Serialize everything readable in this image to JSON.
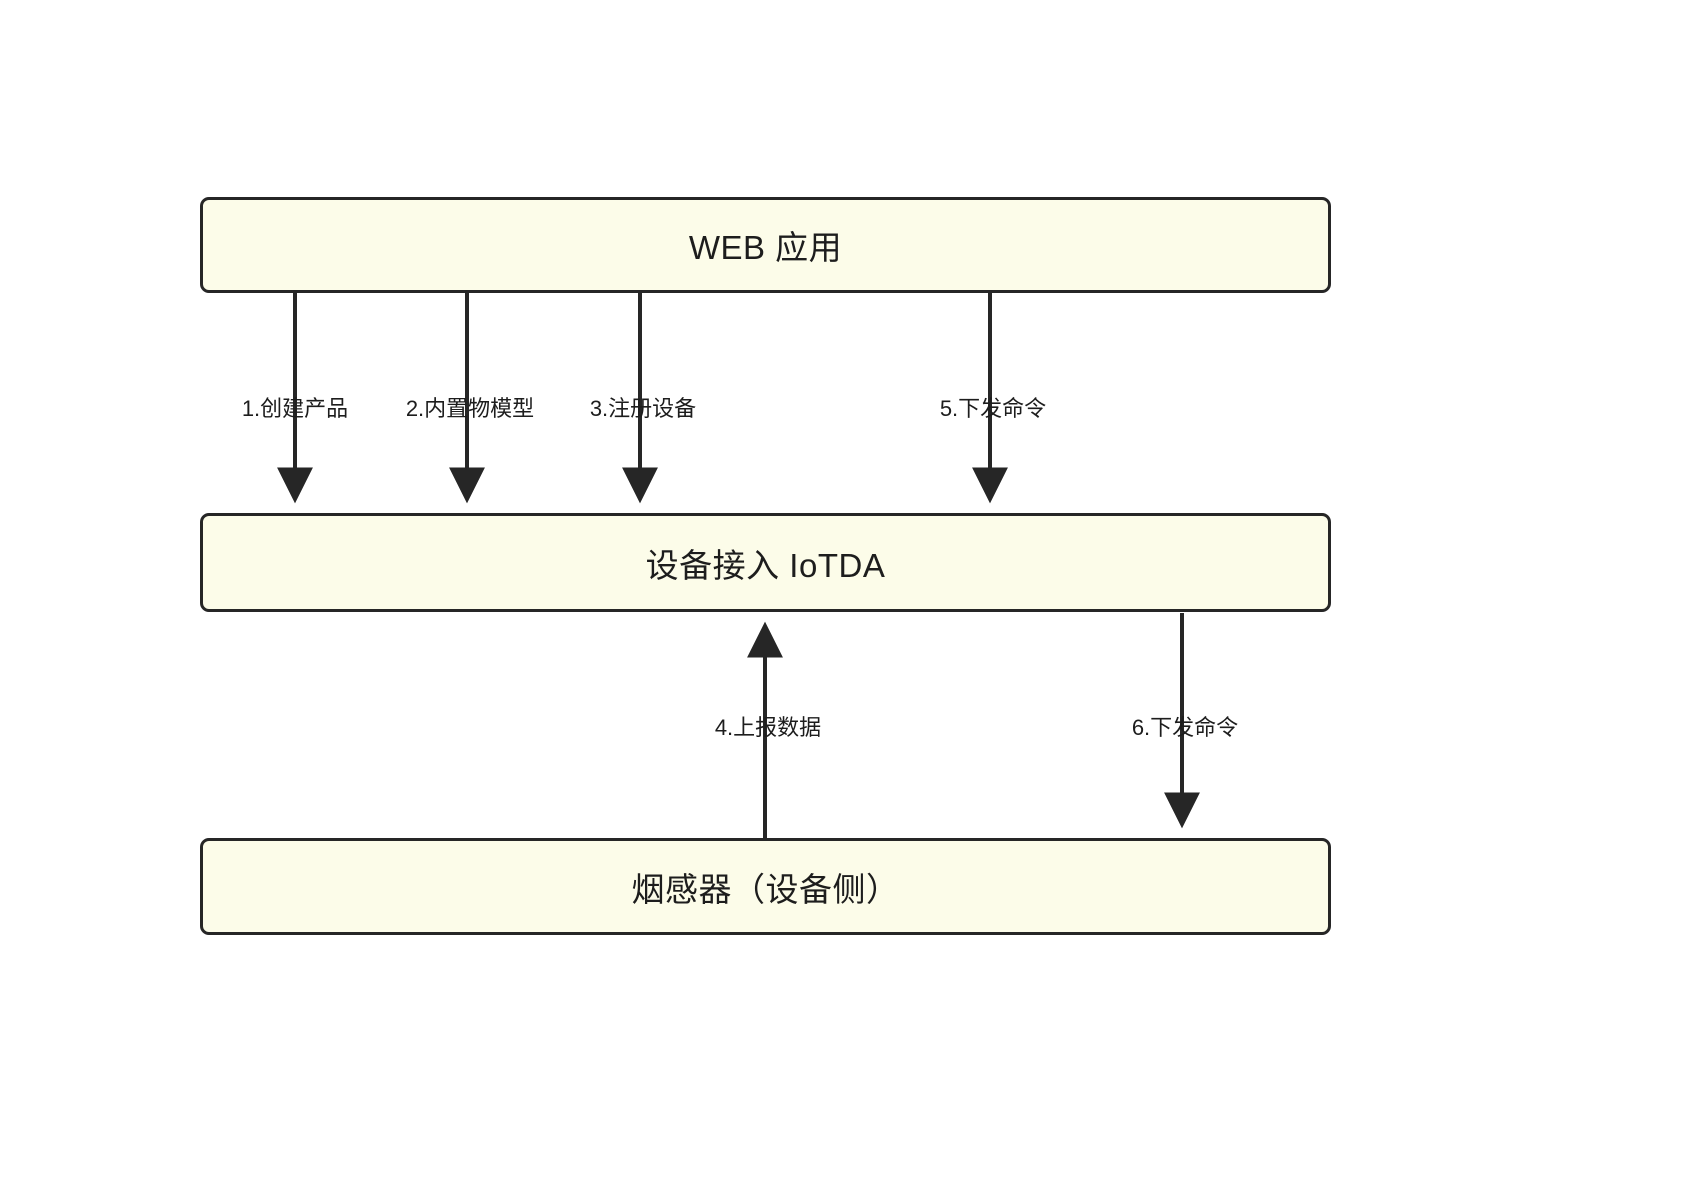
{
  "diagram": {
    "type": "flowchart",
    "title": "",
    "background_color": "#ffffff",
    "node_fill_color": "#fcfce9",
    "node_border_color": "#262626",
    "edge_color": "#262626",
    "text_color": "#1d1d1d",
    "nodes": [
      {
        "id": "web",
        "label": "WEB 应用"
      },
      {
        "id": "iotda",
        "label": "设备接入 IoTDA"
      },
      {
        "id": "device",
        "label": "烟感器（设备侧）"
      }
    ],
    "edges": [
      {
        "id": "e1",
        "from": "web",
        "to": "iotda",
        "label": "1.创建产品",
        "direction": "down"
      },
      {
        "id": "e2",
        "from": "web",
        "to": "iotda",
        "label": "2.内置物模型",
        "direction": "down"
      },
      {
        "id": "e3",
        "from": "web",
        "to": "iotda",
        "label": "3.注册设备",
        "direction": "down"
      },
      {
        "id": "e4",
        "from": "device",
        "to": "iotda",
        "label": "4.上报数据",
        "direction": "up"
      },
      {
        "id": "e5",
        "from": "web",
        "to": "iotda",
        "label": "5.下发命令",
        "direction": "down"
      },
      {
        "id": "e6",
        "from": "iotda",
        "to": "device",
        "label": "6.下发命令",
        "direction": "down"
      }
    ]
  }
}
